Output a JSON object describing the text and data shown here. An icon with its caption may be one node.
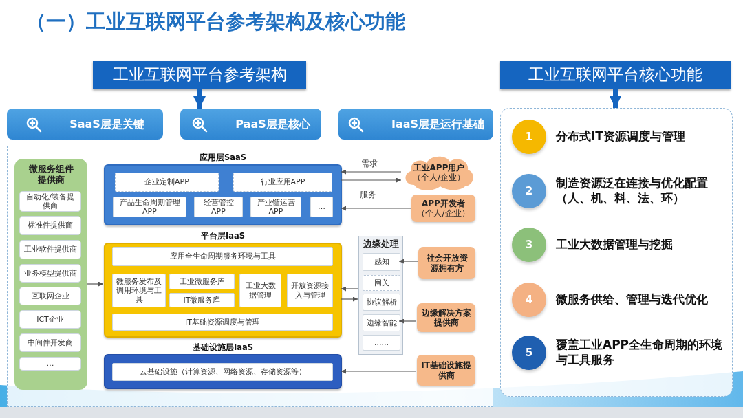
{
  "diagram": {
    "title": "（一）工业互联网平台参考架构及核心功能",
    "nodes": [
      {
        "text": [
          "工业互联网平台参考架构"
        ]
      },
      {
        "text": [
          "SaaS层是关键"
        ]
      },
      {
        "text": [
          "PaaS层是核心"
        ]
      },
      {
        "text": [
          "IaaS层是运行基础"
        ]
      },
      {
        "text": [],
        "shape": "box"
      },
      {
        "text": [
          "微服务组件提供商"
        ],
        "in": 4
      },
      {
        "text": [
          "自动化/装备提供商"
        ],
        "in": 5
      },
      {
        "text": [
          "标准件提供商"
        ],
        "in": 5
      },
      {
        "text": [
          "工业软件提供商"
        ],
        "in": 5
      },
      {
        "text": [
          "业务模型提供商"
        ],
        "in": 5
      },
      {
        "text": [
          "互联网企业"
        ],
        "in": 5
      },
      {
        "text": [
          "ICT企业"
        ],
        "in": 5
      },
      {
        "text": [
          "中间件开发商"
        ],
        "in": 5
      },
      {
        "text": [
          "…"
        ],
        "in": 5
      },
      {
        "text": [
          "应用层SaaS"
        ],
        "in": 4
      },
      {
        "text": [
          "企业定制APP"
        ],
        "in": 14
      },
      {
        "text": [
          "行业应用APP"
        ],
        "in": 14
      },
      {
        "text": [
          "产品生命周期管理 APP"
        ],
        "in": 14
      },
      {
        "text": [
          "经营管控 APP"
        ],
        "in": 14
      },
      {
        "text": [
          "产业链运营 APP"
        ],
        "in": 14
      },
      {
        "text": [
          "…"
        ],
        "in": 14
      },
      {
        "text": [
          "平台层IaaS"
        ],
        "in": 4
      },
      {
        "text": [
          "应用全生命周期服务环境与工具"
        ],
        "in": 21
      },
      {
        "text": [
          "微服务发布及调用环境与工具"
        ],
        "in": 21
      },
      {
        "text": [
          "工业微服务库"
        ],
        "in": 21
      },
      {
        "text": [
          "IT微服务库"
        ],
        "in": 21
      },
      {
        "text": [
          "工业大数据管理"
        ],
        "in": 21
      },
      {
        "text": [
          "开放资源接入与管理"
        ],
        "in": 21
      },
      {
        "text": [
          "IT基础资源调度与管理"
        ],
        "in": 21
      },
      {
        "text": [
          "基础设施层IaaS"
        ],
        "in": 4
      },
      {
        "text": [
          "云基础设施（计算资源、网络资源、存储资源等）"
        ],
        "in": 29
      },
      {
        "text": [
          "边缘处理"
        ],
        "in": 4
      },
      {
        "text": [
          "感知"
        ],
        "in": 31
      },
      {
        "text": [
          "网关"
        ],
        "in": 31
      },
      {
        "text": [
          "协议解析"
        ],
        "in": 31
      },
      {
        "text": [
          "边缘智能"
        ],
        "in": 31
      },
      {
        "text": [
          "......"
        ],
        "in": 31
      },
      {
        "text": [
          "工业APP用户",
          "（个人/企业）"
        ],
        "in": 4
      },
      {
        "text": [
          "APP开发者",
          "（个人/企业）"
        ],
        "in": 4
      },
      {
        "text": [
          "社会开放资源拥有方"
        ],
        "in": 4
      },
      {
        "text": [
          "边缘解决方案提供商"
        ],
        "in": 4
      },
      {
        "text": [
          "IT基础设施提供商"
        ],
        "in": 4
      },
      {
        "text": [
          "工业互联网平台核心功能"
        ]
      },
      {
        "text": [],
        "shape": "box"
      },
      {
        "text": [
          "1"
        ],
        "in": 43,
        "beside": [
          "分布式IT资源调度与管理"
        ]
      },
      {
        "text": [
          "2"
        ],
        "in": 43,
        "beside": [
          "制造资源泛在连接与优化配置（人、机、料、法、环）"
        ]
      },
      {
        "text": [
          "3"
        ],
        "in": 43,
        "beside": [
          "工业大数据管理与挖掘"
        ]
      },
      {
        "text": [
          "4"
        ],
        "in": 43,
        "beside": [
          "微服务供给、管理与迭代优化"
        ]
      },
      {
        "text": [
          "5"
        ],
        "in": 43,
        "beside": [
          "覆盖工业APP全生命周期的环境与工具服务"
        ]
      }
    ],
    "edges": [
      {
        "from": 0,
        "to": 2,
        "arrow": "to",
        "style": "thick",
        "color": "#1565c0"
      },
      {
        "from": 42,
        "to": 43,
        "arrow": "to",
        "style": "thick",
        "color": "#1565c0"
      },
      {
        "from": 37,
        "to": 14,
        "arrow": "to",
        "label": "需求"
      },
      {
        "from": 14,
        "to": 37,
        "arrow": "to",
        "label": "服务"
      },
      {
        "from": 38,
        "to": 14,
        "arrow": "to"
      },
      {
        "from": 5,
        "to": 21,
        "arrow": "to"
      },
      {
        "from": 39,
        "to": 32,
        "arrow": "to"
      },
      {
        "from": 31,
        "to": 21,
        "arrow": "to"
      },
      {
        "from": 21,
        "to": 31,
        "arrow": "to"
      },
      {
        "from": 40,
        "to": 35,
        "arrow": "to"
      },
      {
        "from": 41,
        "to": 29,
        "arrow": "to"
      }
    ]
  }
}
